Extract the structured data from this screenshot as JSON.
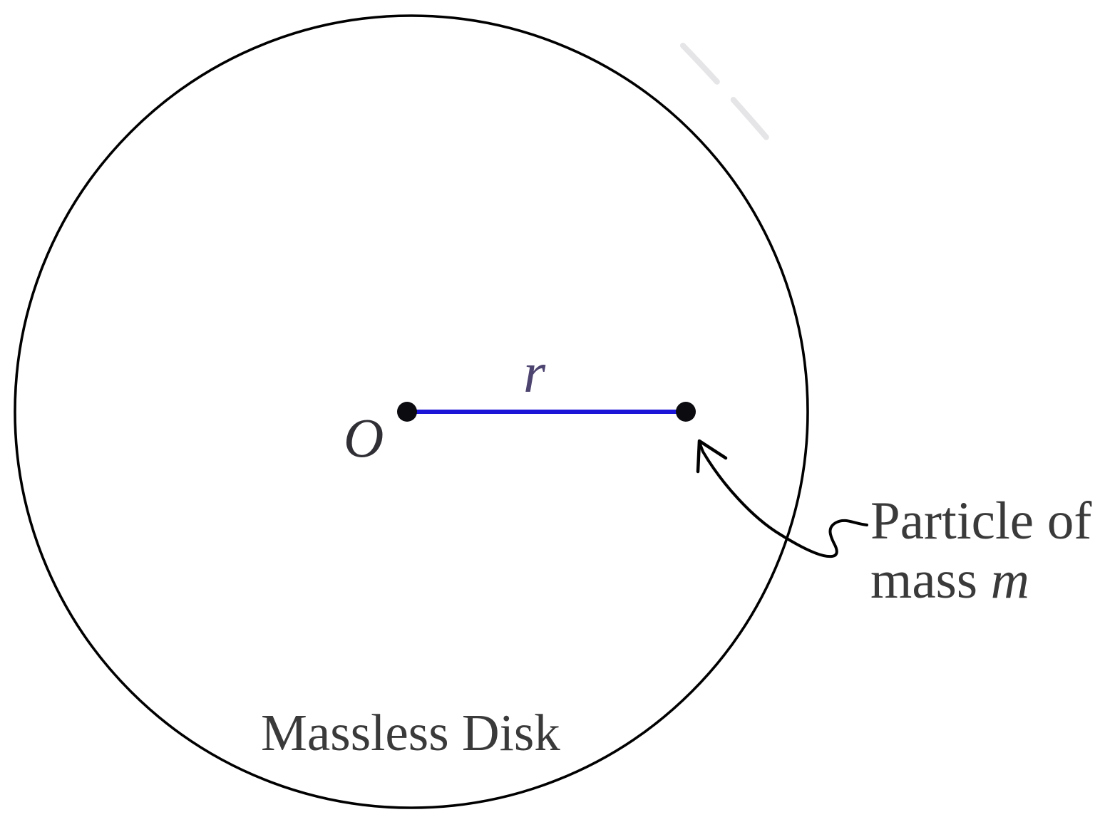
{
  "figure_type": "physics-diagram",
  "labels": {
    "center_point": "O",
    "radius": "r",
    "particle_line1": "Particle of",
    "particle_line2_word": "mass",
    "particle_line2_symbol": "m",
    "disk": "Massless Disk"
  },
  "colors": {
    "ink": "#000000",
    "ink_text": "#2f2f35",
    "text": "#3a3a3a",
    "radius_line": "#1b15d8",
    "radius_label": "#4e4470",
    "dot": "#0b0b10",
    "streak": "#c6c6ca"
  }
}
